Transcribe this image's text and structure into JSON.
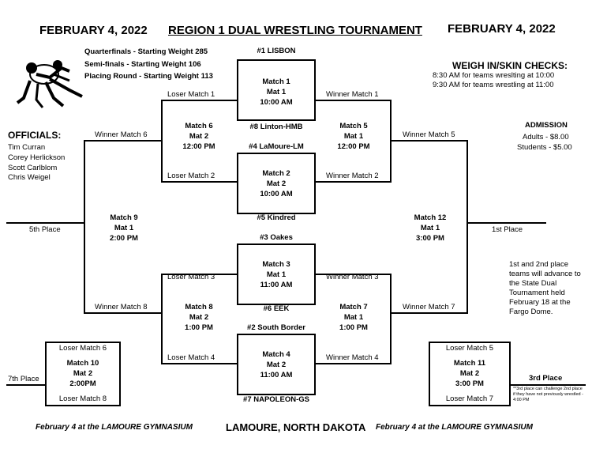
{
  "header": {
    "date_left": "FEBRUARY 4, 2022",
    "title": "REGION 1 DUAL WRESTLING TOURNAMENT",
    "date_right": "FEBRUARY 4, 2022"
  },
  "schedule": {
    "line1": "Quarterfinals - Starting Weight 285",
    "line2": "Semi-finals - Starting Weight 106",
    "line3": "Placing Round - Starting Weight 113"
  },
  "weigh_in": {
    "title": "WEIGH IN/SKIN CHECKS:",
    "line1": "8:30 AM for teams wreslting at 10:00",
    "line2": "9:30 AM for teams wrestling at 11:00"
  },
  "officials": {
    "title": "OFFICIALS:",
    "names": [
      "Tim Curran",
      "Corey Herlickson",
      "Scott Carlblom",
      "Chris Weigel"
    ]
  },
  "admission": {
    "title": "ADMISSION",
    "adults": "Adults - $8.00",
    "students": "Students - $5.00"
  },
  "teams": {
    "t1": "#1 LISBON",
    "t8": "#8 Linton-HMB",
    "t4": "#4 LaMoure-LM",
    "t5": "#5 Kindred",
    "t3": "#3 Oakes",
    "t6": "#6 EEK",
    "t2": "#2 South Border",
    "t7": "#7 NAPOLEON-GS"
  },
  "matches": {
    "m1": {
      "name": "Match 1",
      "mat": "Mat 1",
      "time": "10:00 AM"
    },
    "m2": {
      "name": "Match 2",
      "mat": "Mat 2",
      "time": "10:00 AM"
    },
    "m3": {
      "name": "Match 3",
      "mat": "Mat 1",
      "time": "11:00 AM"
    },
    "m4": {
      "name": "Match 4",
      "mat": "Mat 2",
      "time": "11:00 AM"
    },
    "m5": {
      "name": "Match 5",
      "mat": "Mat 1",
      "time": "12:00 PM"
    },
    "m6": {
      "name": "Match 6",
      "mat": "Mat 2",
      "time": "12:00 PM"
    },
    "m7": {
      "name": "Match 7",
      "mat": "Mat 1",
      "time": "1:00 PM"
    },
    "m8": {
      "name": "Match 8",
      "mat": "Mat 2",
      "time": "1:00 PM"
    },
    "m9": {
      "name": "Match 9",
      "mat": "Mat 1",
      "time": "2:00 PM"
    },
    "m10": {
      "name": "Match 10",
      "mat": "Mat 2",
      "time": "2:00PM"
    },
    "m11": {
      "name": "Match 11",
      "mat": "Mat 2",
      "time": "3:00 PM"
    },
    "m12": {
      "name": "Match 12",
      "mat": "Mat 1",
      "time": "3:00 PM"
    }
  },
  "labels": {
    "loser1": "Loser Match 1",
    "winner1": "Winner Match 1",
    "loser2": "Loser Match 2",
    "winner2": "Winner Match 2",
    "loser3": "Loser Match 3",
    "winner3": "Winner Match 3",
    "loser4": "Loser Match 4",
    "winner4": "Winner Match 4",
    "winner6": "Winner Match 6",
    "winner5": "Winner Match 5",
    "winner8": "Winner Match 8",
    "winner7": "Winner Match 7",
    "loser6": "Loser Match 6",
    "loser8": "Loser Match 8",
    "loser5": "Loser Match 5",
    "loser7": "Loser Match 7"
  },
  "places": {
    "fifth": "5th Place",
    "first": "1st Place",
    "seventh": "7th Place",
    "third": "3rd Place",
    "third_note": "**3rd place can challenge 2nd place if they have not previously wrestled - 4:00 PM"
  },
  "advance_note": "1st and 2nd place teams will advance to the State Dual Tournament held February 18 at the Fargo Dome.",
  "footer": {
    "left": "February 4 at the LAMOURE GYMNASIUM",
    "center": "LAMOURE, NORTH DAKOTA",
    "right": "February 4 at the LAMOURE GYMNASIUM"
  }
}
